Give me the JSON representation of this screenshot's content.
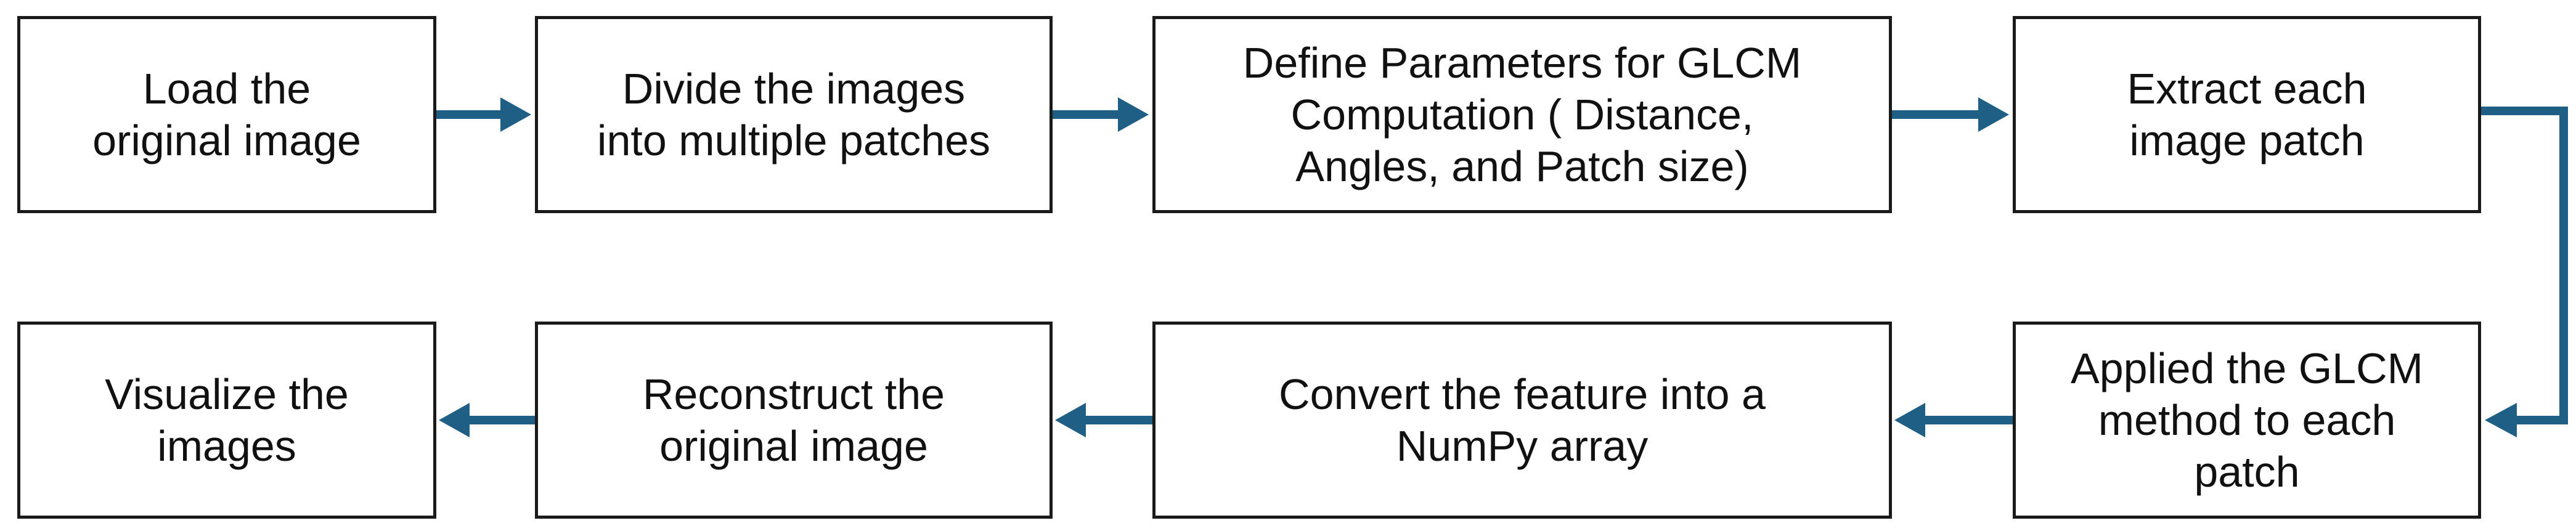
{
  "diagram": {
    "colors": {
      "arrow": "#1f5f86",
      "box_border": "#1a1a1a",
      "text": "#111111"
    },
    "steps": [
      {
        "id": "1",
        "label": "Load the\noriginal image"
      },
      {
        "id": "2",
        "label": "Divide the images\ninto multiple patches"
      },
      {
        "id": "3",
        "label": "Define Parameters for GLCM\nComputation ( Distance,\nAngles, and Patch size)"
      },
      {
        "id": "4",
        "label": "Extract each\nimage patch"
      },
      {
        "id": "5",
        "label": "Applied the GLCM\nmethod to each\npatch"
      },
      {
        "id": "6",
        "label": "Convert the feature into a\nNumPy array"
      },
      {
        "id": "7",
        "label": "Reconstruct the\noriginal image"
      },
      {
        "id": "8",
        "label": "Visualize the\nimages"
      }
    ],
    "flow": [
      "1 → 2",
      "2 → 3",
      "3 → 4",
      "4 → 5",
      "5 → 6",
      "6 → 7",
      "7 → 8"
    ]
  }
}
